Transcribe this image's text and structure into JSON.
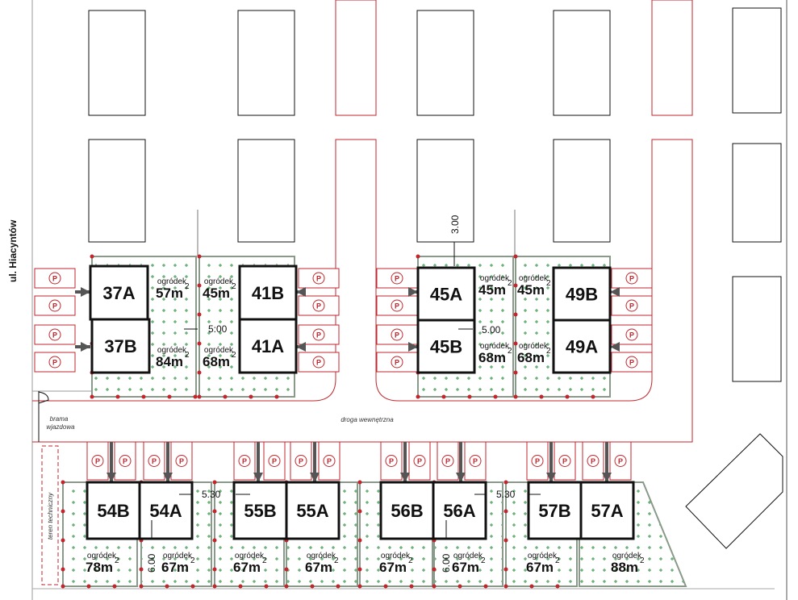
{
  "street_label": "ul. Hiacyntów",
  "gate_label": [
    "brama",
    "wjazdowa"
  ],
  "road_label": "droga wewnętrzna",
  "technical_area_label": "teren techniczny",
  "parking_symbol": "P",
  "units": [
    "37A",
    "37B",
    "41B",
    "41A",
    "45A",
    "45B",
    "49B",
    "49A",
    "54B",
    "54A",
    "55B",
    "55A",
    "56B",
    "56A",
    "57B",
    "57A"
  ],
  "gardens": [
    {
      "label": "ogródek",
      "area": "57m",
      "sup": "2"
    },
    {
      "label": "ogródek",
      "area": "45m",
      "sup": "2"
    },
    {
      "label": "ogródek",
      "area": "84m",
      "sup": "2"
    },
    {
      "label": "ogródek",
      "area": "68m",
      "sup": "2"
    },
    {
      "label": "ogródek",
      "area": "45m",
      "sup": "2"
    },
    {
      "label": "ogródek",
      "area": "45m",
      "sup": "2"
    },
    {
      "label": "ogródek",
      "area": "68m",
      "sup": "2"
    },
    {
      "label": "ogródek",
      "area": "68m",
      "sup": "2"
    },
    {
      "label": "ogródek",
      "area": "78m",
      "sup": "2"
    },
    {
      "label": "ogródek",
      "area": "67m",
      "sup": "2"
    },
    {
      "label": "ogródek",
      "area": "67m",
      "sup": "2"
    },
    {
      "label": "ogródek",
      "area": "67m",
      "sup": "2"
    },
    {
      "label": "ogródek",
      "area": "67m",
      "sup": "2"
    },
    {
      "label": "ogródek",
      "area": "67m",
      "sup": "2"
    },
    {
      "label": "ogródek",
      "area": "67m",
      "sup": "2"
    },
    {
      "label": "ogródek",
      "area": "88m",
      "sup": "2"
    }
  ],
  "dimensions": [
    "5:00",
    "5.00",
    "3.00",
    "5.30",
    "5.30",
    "6.00",
    "6.00"
  ],
  "colors": {
    "boundary": "#c0262c",
    "building": "#111111",
    "garden": "#2e8b3a",
    "hedge": "#8a9a8a"
  }
}
